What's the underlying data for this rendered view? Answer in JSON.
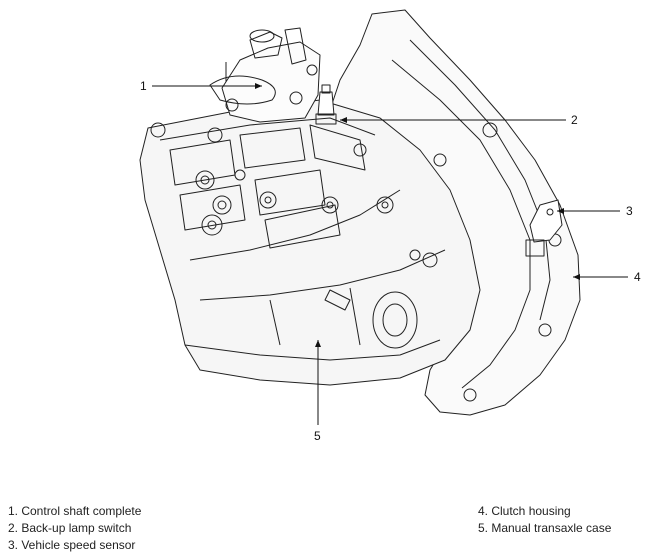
{
  "callouts": [
    {
      "number": "1",
      "label": "Control shaft complete"
    },
    {
      "number": "2",
      "label": "Back-up lamp switch"
    },
    {
      "number": "3",
      "label": "Vehicle speed sensor"
    },
    {
      "number": "4",
      "label": "Clutch housing"
    },
    {
      "number": "5",
      "label": "Manual transaxle case"
    }
  ],
  "legend": {
    "left": [
      "1. Control shaft complete",
      "2. Back-up lamp switch",
      "3. Vehicle speed sensor"
    ],
    "right": [
      "4. Clutch housing",
      "5. Manual transaxle case"
    ]
  }
}
